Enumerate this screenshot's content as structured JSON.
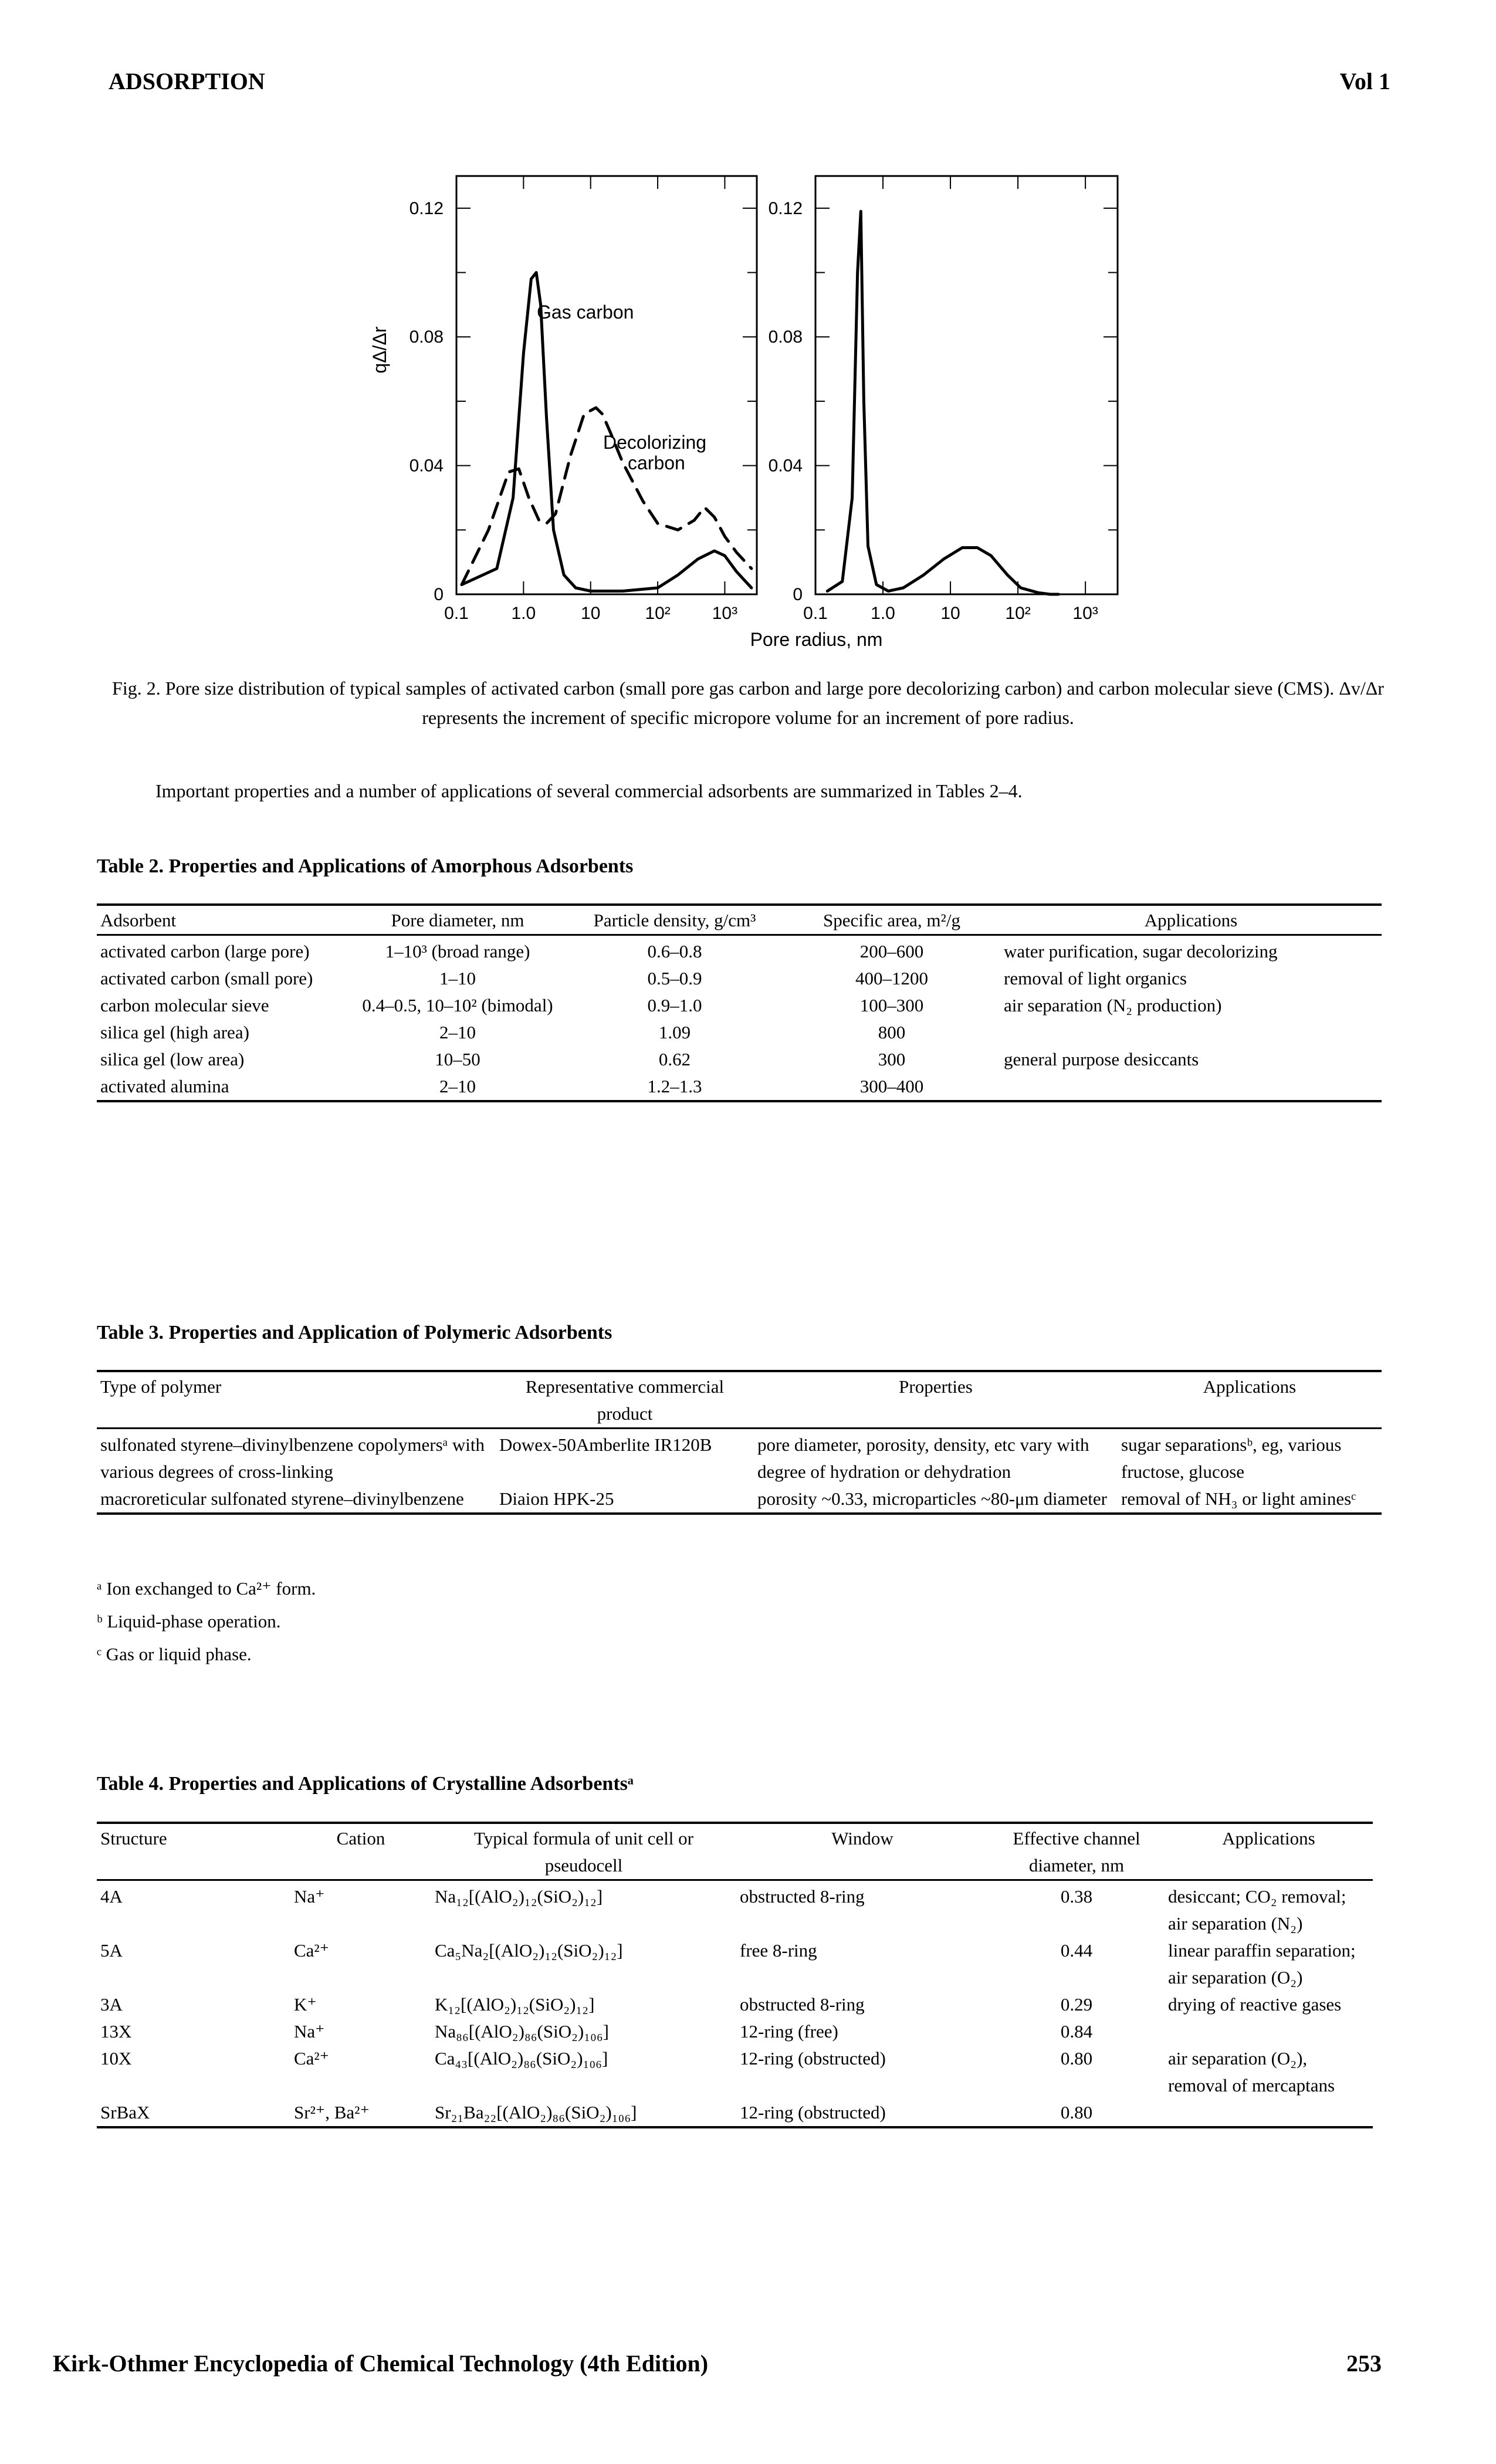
{
  "header": {
    "left": "ADSORPTION",
    "right": "Vol 1"
  },
  "chart_data": [
    {
      "type": "line",
      "title": "",
      "ylabel": "qΔ/Δr",
      "xlabel": "",
      "x_scale": "log",
      "xlim": [
        0.1,
        3000
      ],
      "ylim": [
        0,
        0.13
      ],
      "x_ticks": [
        "0.1",
        "1.0",
        "10",
        "10²",
        "10³"
      ],
      "y_ticks": [
        "0",
        "0.04",
        "0.08",
        "0.12"
      ],
      "grid": false,
      "series": [
        {
          "name": "Gas carbon",
          "style": "solid",
          "x": [
            0.12,
            0.4,
            0.7,
            1.0,
            1.3,
            1.55,
            1.8,
            2.2,
            2.8,
            4,
            6,
            10,
            30,
            100,
            200,
            400,
            700,
            1000,
            1500,
            2500
          ],
          "y": [
            0.003,
            0.008,
            0.03,
            0.075,
            0.098,
            0.1,
            0.09,
            0.055,
            0.02,
            0.006,
            0.002,
            0.001,
            0.001,
            0.002,
            0.006,
            0.011,
            0.0135,
            0.012,
            0.007,
            0.002
          ]
        },
        {
          "name": "Decolorizing carbon",
          "style": "dashed",
          "x": [
            0.12,
            0.3,
            0.6,
            0.85,
            1.2,
            1.7,
            2.2,
            3,
            5,
            8,
            12,
            15,
            20,
            30,
            60,
            100,
            200,
            350,
            500,
            700,
            1000,
            1500,
            2500
          ],
          "y": [
            0.003,
            0.02,
            0.038,
            0.039,
            0.03,
            0.023,
            0.022,
            0.025,
            0.043,
            0.056,
            0.058,
            0.056,
            0.05,
            0.041,
            0.029,
            0.022,
            0.02,
            0.023,
            0.027,
            0.024,
            0.018,
            0.013,
            0.008
          ]
        }
      ]
    },
    {
      "type": "line",
      "title": "",
      "ylabel": "",
      "xlabel": "Pore radius, nm",
      "x_scale": "log",
      "xlim": [
        0.1,
        3000
      ],
      "ylim": [
        0,
        0.13
      ],
      "x_ticks": [
        "0.1",
        "1.0",
        "10",
        "10²",
        "10³"
      ],
      "y_ticks": [
        "0",
        "0.04",
        "0.08",
        "0.12"
      ],
      "grid": false,
      "series": [
        {
          "name": "Carbon molecular sieve",
          "style": "solid",
          "x": [
            0.15,
            0.25,
            0.35,
            0.42,
            0.47,
            0.52,
            0.6,
            0.8,
            1.2,
            2,
            4,
            8,
            15,
            25,
            40,
            70,
            110,
            200,
            300,
            400
          ],
          "y": [
            0.001,
            0.004,
            0.03,
            0.1,
            0.119,
            0.06,
            0.015,
            0.003,
            0.001,
            0.002,
            0.006,
            0.011,
            0.0145,
            0.0145,
            0.012,
            0.006,
            0.002,
            0.0005,
            0.0,
            0.0
          ]
        }
      ]
    }
  ],
  "chart_labels": {
    "gas_carbon": "Gas carbon",
    "decolorizing_1": "Decolorizing",
    "decolorizing_2": "carbon"
  },
  "caption": "Fig. 2. Pore size distribution of typical samples of activated carbon (small pore gas carbon and large pore decolorizing carbon) and carbon molecular sieve (CMS). Δv/Δr represents the increment of specific micropore volume for an increment of pore radius.",
  "intro": "Important properties and a number of applications of several commercial adsorbents are summarized in Tables 2–4.",
  "table2": {
    "title": "Table 2. Properties and Applications of Amorphous Adsorbents",
    "headers": [
      "Adsorbent",
      "Pore diameter, nm",
      "Particle density, g/cm³",
      "Specific area, m²/g",
      "Applications"
    ],
    "rows": [
      [
        "activated carbon (large pore)",
        "1–10³ (broad range)",
        "0.6–0.8",
        "200–600",
        "water purification, sugar decolorizing"
      ],
      [
        "activated carbon (small pore)",
        "1–10",
        "0.5–0.9",
        "400–1200",
        "removal of light organics"
      ],
      [
        "carbon molecular sieve",
        "0.4–0.5, 10–10² (bimodal)",
        "0.9–1.0",
        "100–300",
        "air separation (N₂ production)"
      ],
      [
        "silica gel (high area)",
        "2–10",
        "1.09",
        "800",
        ""
      ],
      [
        "silica gel (low area)",
        "10–50",
        "0.62",
        "300",
        "general purpose desiccants"
      ],
      [
        "activated alumina",
        "2–10",
        "1.2–1.3",
        "300–400",
        ""
      ]
    ]
  },
  "table3": {
    "title": "Table 3. Properties and Application of Polymeric Adsorbents",
    "headers": [
      "Type of polymer",
      "Representative commercial product",
      "Properties",
      "Applications"
    ],
    "rows": [
      [
        "sulfonated styrene–divinylbenzene copolymersᵃ with various degrees of cross-linking",
        "Dowex-50Amberlite IR120B",
        "pore diameter, porosity, density, etc vary with degree of hydration or dehydration",
        "sugar separationsᵇ, eg, various fructose, glucose"
      ],
      [
        "macroreticular sulfonated styrene–divinylbenzene",
        "Diaion HPK-25",
        "porosity ~0.33, microparticles ~80-μm diameter",
        "removal of NH₃ or light aminesᶜ"
      ]
    ],
    "footnotes": [
      "ᵃ Ion exchanged to Ca²⁺ form.",
      "ᵇ Liquid-phase operation.",
      "ᶜ Gas or liquid phase."
    ]
  },
  "table4": {
    "title": "Table 4. Properties and Applications of Crystalline Adsorbentsᵃ",
    "headers": [
      "Structure",
      "Cation",
      "Typical formula of unit cell or pseudocell",
      "Window",
      "Effective channel diameter, nm",
      "Applications"
    ],
    "rows": [
      [
        "4A",
        "Na⁺",
        "Na₁₂[(AlO₂)₁₂(SiO₂)₁₂]",
        "obstructed 8-ring",
        "0.38",
        "desiccant; CO₂ removal; air separation (N₂)"
      ],
      [
        "5A",
        "Ca²⁺",
        "Ca₅Na₂[(AlO₂)₁₂(SiO₂)₁₂]",
        "free 8-ring",
        "0.44",
        "linear paraffin separation; air separation (O₂)"
      ],
      [
        "3A",
        "K⁺",
        "K₁₂[(AlO₂)₁₂(SiO₂)₁₂]",
        "obstructed 8-ring",
        "0.29",
        "drying of reactive gases"
      ],
      [
        "13X",
        "Na⁺",
        "Na₈₆[(AlO₂)₈₆(SiO₂)₁₀₆]",
        "12-ring (free)",
        "0.84",
        ""
      ],
      [
        "10X",
        "Ca²⁺",
        "Ca₄₃[(AlO₂)₈₆(SiO₂)₁₀₆]",
        "12-ring (obstructed)",
        "0.80",
        "air separation (O₂), removal of mercaptans"
      ],
      [
        "SrBaX",
        "Sr²⁺, Ba²⁺",
        "Sr₂₁Ba₂₂[(AlO₂)₈₆(SiO₂)₁₀₆]",
        "12-ring (obstructed)",
        "0.80",
        ""
      ]
    ]
  },
  "footer": {
    "left": "Kirk-Othmer Encyclopedia of Chemical Technology (4th Edition)",
    "right": "253"
  }
}
